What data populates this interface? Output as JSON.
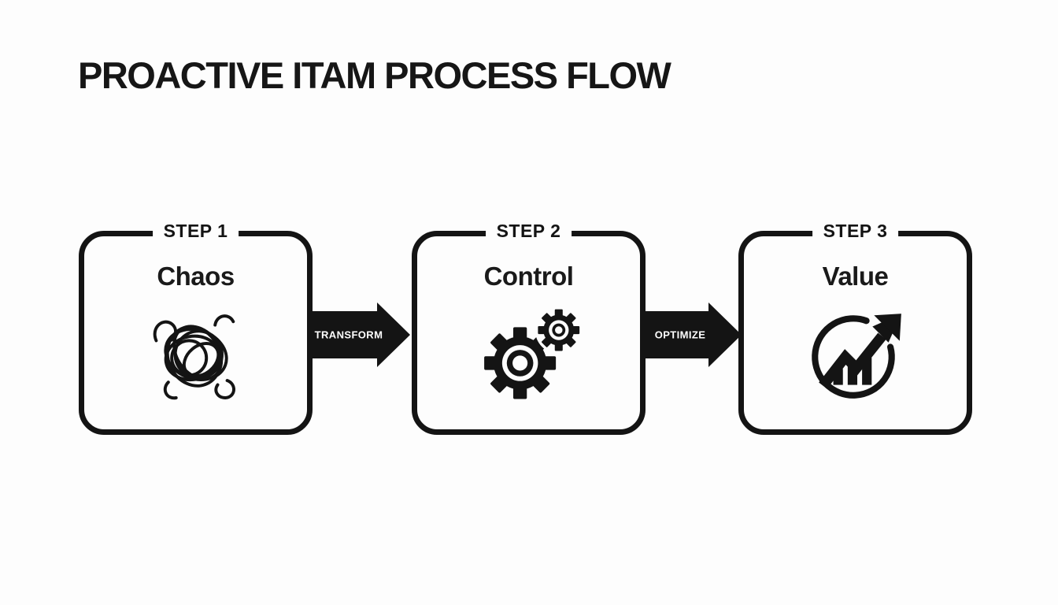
{
  "title": "PROACTIVE ITAM PROCESS FLOW",
  "colors": {
    "background": "#fdfdfd",
    "ink": "#141414",
    "arrow_label_text": "#ffffff"
  },
  "steps": [
    {
      "step_label": "STEP 1",
      "name": "Chaos",
      "icon": "tangle-scribble-icon"
    },
    {
      "step_label": "STEP 2",
      "name": "Control",
      "icon": "gears-icon"
    },
    {
      "step_label": "STEP 3",
      "name": "Value",
      "icon": "growth-chart-circle-icon"
    }
  ],
  "connectors": [
    {
      "label": "TRANSFORM"
    },
    {
      "label": "OPTIMIZE"
    }
  ]
}
